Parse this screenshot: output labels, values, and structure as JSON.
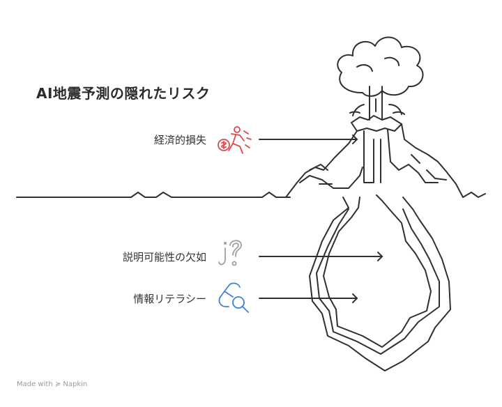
{
  "title": "AI地震予測の隠れたリスク",
  "items": [
    {
      "label": "経済的損失",
      "icon": "falling-money-person-icon",
      "color": "#e0474c"
    },
    {
      "label": "説明可能性の欠如",
      "icon": "question-marks-icon",
      "color": "#9e9e9e"
    },
    {
      "label": "情報リテラシー",
      "icon": "pill-magnifier-icon",
      "color": "#3d7fe0"
    }
  ],
  "credit": "Made with ≽ Napkin"
}
